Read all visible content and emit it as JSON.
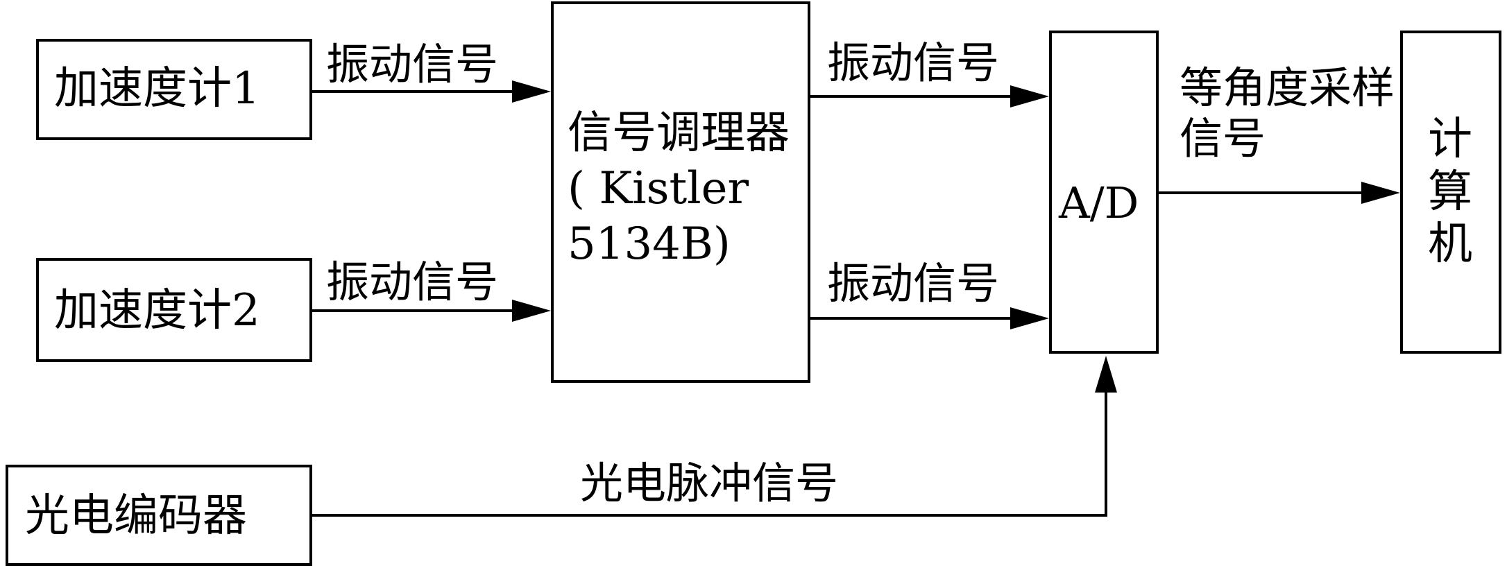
{
  "blocks": {
    "accel1": "加速度计1",
    "accel2": "加速度计2",
    "encoder": "光电编码器",
    "conditioner": "信号调理器( Kistler 5134B)",
    "adc": "A/D",
    "computer": "计\n算\n机"
  },
  "signals": {
    "vib_in1": "振动信号",
    "vib_in2": "振动信号",
    "vib_out1": "振动信号",
    "vib_out2": "振动信号",
    "sampling": "等角度采样信号",
    "pulse": "光电脉冲信号"
  }
}
